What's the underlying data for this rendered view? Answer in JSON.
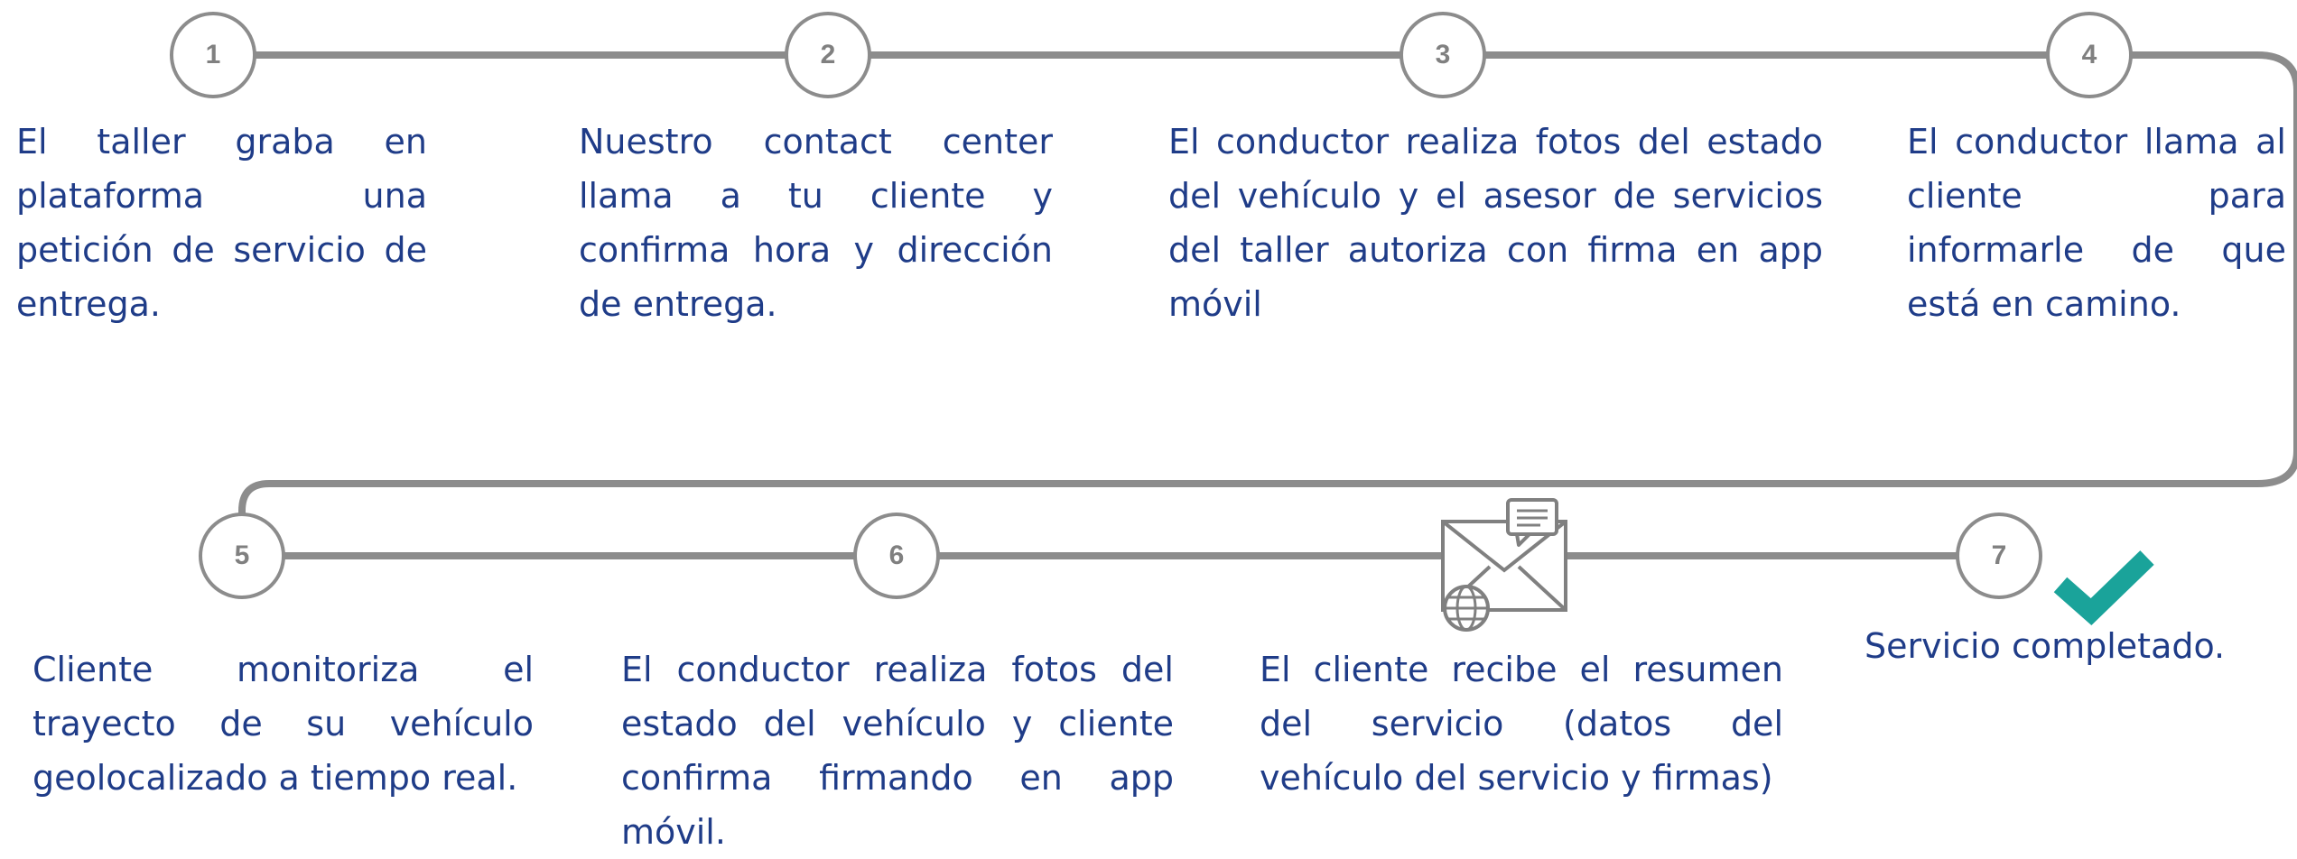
{
  "steps": [
    {
      "number": "1",
      "text": "El taller graba en plataforma una petición de servicio de entrega."
    },
    {
      "number": "2",
      "text": "Nuestro contact center llama a tu cliente y confirma hora y dirección de entrega."
    },
    {
      "number": "3",
      "text": "El conductor realiza fotos del estado del vehículo y el asesor de servicios del taller autoriza con firma en app móvil"
    },
    {
      "number": "4",
      "text": "El conductor llama al cliente para informarle de que está en camino."
    },
    {
      "number": "5",
      "text": "Cliente monitoriza el trayecto de su vehículo geolocalizado a tiempo real."
    },
    {
      "number": "6",
      "text": "El conductor realiza fotos del estado del vehículo y cliente confirma firmando en app móvil."
    },
    {
      "number": "",
      "icon": "email-globe-icon",
      "text": "El cliente recibe el resumen del servicio (datos del vehículo del servicio y firmas)"
    },
    {
      "number": "7",
      "icon": "checkmark-icon",
      "text": "Servicio completado."
    }
  ],
  "colors": {
    "line": "#8c8c8c",
    "text": "#1f3c88",
    "check": "#1aa39a",
    "icon": "#808080"
  }
}
